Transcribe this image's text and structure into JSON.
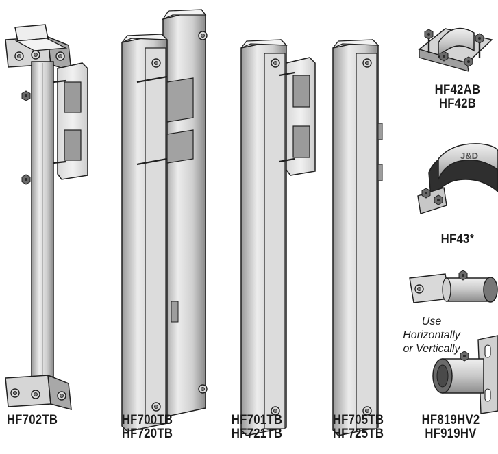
{
  "products": [
    {
      "id": "hf702",
      "codes": [
        "HF702TB"
      ]
    },
    {
      "id": "hf700",
      "codes": [
        "HF700TB",
        "HF720TB"
      ]
    },
    {
      "id": "hf701",
      "codes": [
        "HF701TB",
        "HF721TB"
      ]
    },
    {
      "id": "hf705",
      "codes": [
        "HF705TB",
        "HF725TB"
      ]
    },
    {
      "id": "hf42",
      "codes": [
        "HF42AB",
        "HF42B"
      ]
    },
    {
      "id": "hf43",
      "codes": [
        "HF43*"
      ]
    },
    {
      "id": "hf819",
      "codes": [
        "HF819HV2",
        "HF919HV"
      ]
    }
  ],
  "note": {
    "lines": [
      "Use",
      "Horizontally",
      "or Vertically"
    ]
  },
  "clamp_stamp": "J&D",
  "colors": {
    "metal_light": "#e6e6e6",
    "metal_mid": "#c9c9c9",
    "metal_dark": "#8e8e8e",
    "outline": "#1f1f1f",
    "label": "#1a1a1a",
    "background": "#ffffff"
  }
}
